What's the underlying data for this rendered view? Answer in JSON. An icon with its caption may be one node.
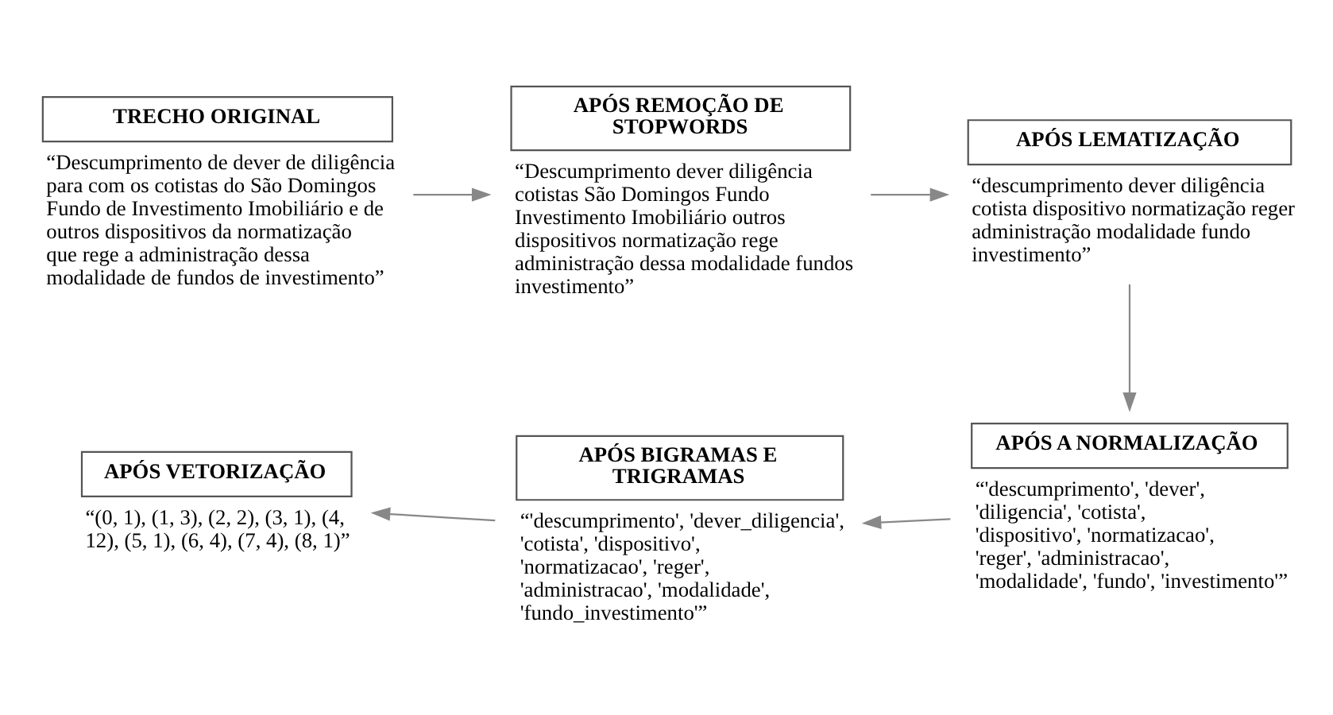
{
  "diagram": {
    "nodes": [
      {
        "text": [
          "TRECHO ORIGINAL",
          "“Descumprimento de dever de diligência para com os cotistas do São Domingos Fundo de Investimento Imobiliário e de outros dispositivos da normatização que rege a administração dessa modalidade de fundos de investimento”"
        ]
      },
      {
        "text": [
          "APÓS REMOÇÃO DE STOPWORDS",
          "“Descumprimento dever diligência cotistas São Domingos Fundo Investimento Imobiliário outros dispositivos normatização rege administração dessa modalidade fundos investimento”"
        ]
      },
      {
        "text": [
          "APÓS LEMATIZAÇÃO",
          "“descumprimento dever diligência cotista dispositivo normatização reger administração modalidade fundo investimento”"
        ]
      },
      {
        "text": [
          "APÓS A NORMALIZAÇÃO",
          "“'descumprimento', 'dever', 'diligencia', 'cotista', 'dispositivo', 'normatizacao', 'reger', 'administracao', 'modalidade', 'fundo', 'investimento'”"
        ]
      },
      {
        "text": [
          "APÓS BIGRAMAS E TRIGRAMAS",
          "“'descumprimento', 'dever_diligencia', 'cotista', 'dispositivo', 'normatizacao', 'reger', 'administracao', 'modalidade', 'fundo_investimento'”"
        ]
      },
      {
        "text": [
          "APÓS VETORIZAÇÃO",
          "“(0, 1), (1, 3), (2, 2), (3, 1), (4, 12), (5, 1), (6, 4), (7, 4), (8, 1)”"
        ]
      }
    ],
    "edges": [
      {
        "from": 0,
        "to": 1,
        "arrow": "to"
      },
      {
        "from": 1,
        "to": 2,
        "arrow": "to"
      },
      {
        "from": 2,
        "to": 3,
        "arrow": "to"
      },
      {
        "from": 3,
        "to": 4,
        "arrow": "to"
      },
      {
        "from": 4,
        "to": 5,
        "arrow": "to"
      }
    ]
  }
}
